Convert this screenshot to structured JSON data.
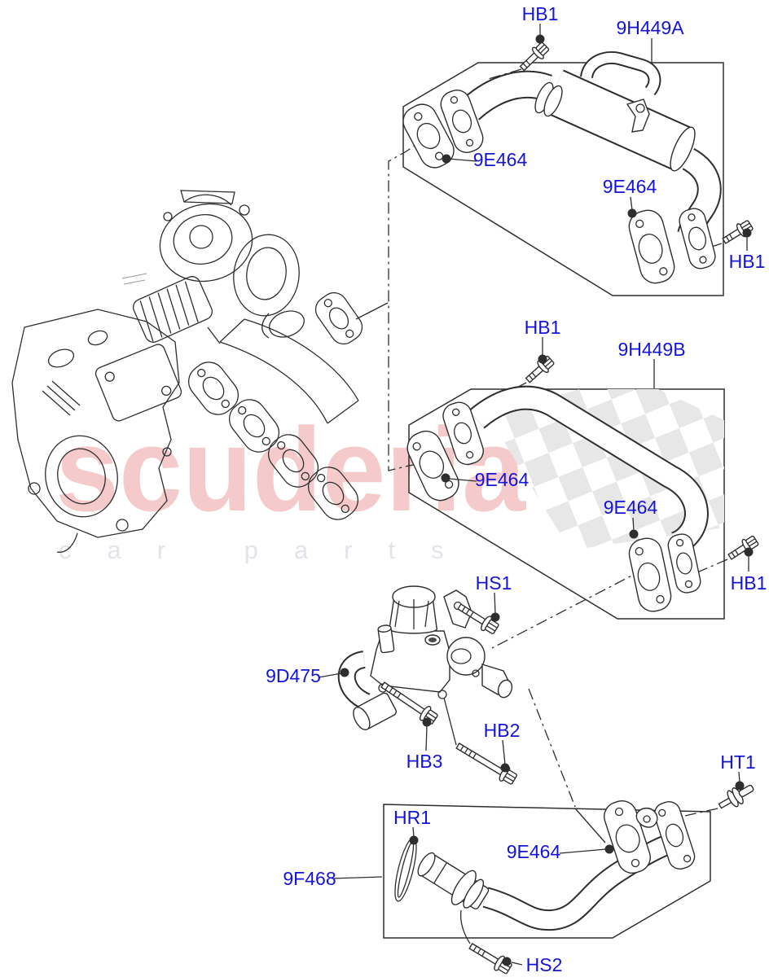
{
  "page": {
    "background": "#ffffff"
  },
  "watermark": {
    "brand": "scuderia",
    "tagline": "car parts",
    "brand_color": "#f5caca",
    "tagline_color": "#e3e3ec"
  },
  "diagram": {
    "type": "exploded-parts-diagram",
    "subject": "EGR tubes, EGR valve, turbocharger and exhaust manifold",
    "label_color": "#1414d8",
    "line_color": "#2e2e2e",
    "check_color": "#e7e7e7",
    "callouts": [
      {
        "id": "hb1-boxA-top",
        "text": "HB1"
      },
      {
        "id": "part-9h449a",
        "text": "9H449A"
      },
      {
        "id": "9e464-boxA-left",
        "text": "9E464"
      },
      {
        "id": "9e464-boxA-right",
        "text": "9E464"
      },
      {
        "id": "hb1-boxA-right",
        "text": "HB1"
      },
      {
        "id": "hb1-boxB-top",
        "text": "HB1"
      },
      {
        "id": "part-9h449b",
        "text": "9H449B"
      },
      {
        "id": "9e464-boxB-left",
        "text": "9E464"
      },
      {
        "id": "9e464-boxB-right",
        "text": "9E464"
      },
      {
        "id": "hb1-boxB-right",
        "text": "HB1"
      },
      {
        "id": "hs1",
        "text": "HS1"
      },
      {
        "id": "part-9d475",
        "text": "9D475"
      },
      {
        "id": "hb3",
        "text": "HB3"
      },
      {
        "id": "hb2",
        "text": "HB2"
      },
      {
        "id": "ht1",
        "text": "HT1"
      },
      {
        "id": "hr1",
        "text": "HR1"
      },
      {
        "id": "part-9f468",
        "text": "9F468"
      },
      {
        "id": "9e464-boxC",
        "text": "9E464"
      },
      {
        "id": "hs2",
        "text": "HS2"
      }
    ],
    "part_boxes": [
      {
        "position": "top",
        "part_number": "9H449A",
        "fasteners": [
          "HB1",
          "HB1"
        ],
        "gaskets": [
          "9E464",
          "9E464"
        ]
      },
      {
        "position": "middle",
        "part_number": "9H449B",
        "fasteners": [
          "HB1",
          "HB1"
        ],
        "gaskets": [
          "9E464",
          "9E464"
        ]
      },
      {
        "position": "bottom",
        "part_number": "9F468",
        "fasteners": [
          "HT1",
          "HS2"
        ],
        "gaskets": [
          "9E464"
        ],
        "seals": [
          "HR1"
        ]
      }
    ],
    "loose_parts": [
      {
        "part_number": "9D475",
        "fasteners": [
          "HS1",
          "HB3",
          "HB2"
        ]
      }
    ]
  }
}
